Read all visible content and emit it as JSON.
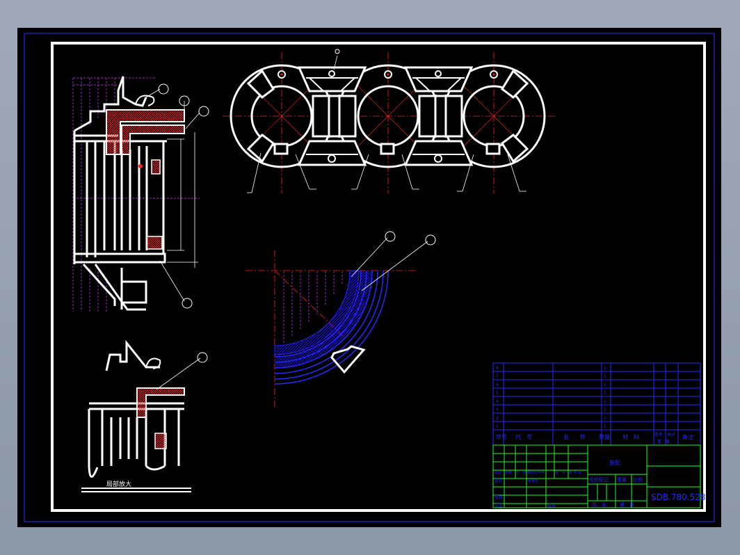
{
  "drawing": {
    "callouts": [
      "",
      "",
      "",
      "",
      "",
      "",
      "",
      ""
    ],
    "detail_view_label": "局部放大",
    "bom": {
      "rows": [
        {
          "no": "8",
          "code": "",
          "name": "",
          "qty": "1",
          "material": "",
          "note": ""
        },
        {
          "no": "7",
          "code": "",
          "name": "",
          "qty": "1",
          "material": "",
          "note": ""
        },
        {
          "no": "6",
          "code": "",
          "name": "",
          "qty": "1",
          "material": "",
          "note": ""
        },
        {
          "no": "5",
          "code": "",
          "name": "",
          "qty": "1",
          "material": "",
          "note": ""
        },
        {
          "no": "4",
          "code": "",
          "name": "",
          "qty": "1",
          "material": "",
          "note": ""
        },
        {
          "no": "3",
          "code": "",
          "name": "",
          "qty": "1",
          "material": "",
          "note": ""
        },
        {
          "no": "2",
          "code": "",
          "name": "",
          "qty": "1",
          "material": "",
          "note": ""
        },
        {
          "no": "1",
          "code": "",
          "name": "",
          "qty": "1",
          "material": "",
          "note": ""
        }
      ],
      "headers": {
        "no": "序号",
        "code": "代　号",
        "name": "名　　称",
        "qty": "数量",
        "material": "材　料",
        "single": "单件",
        "total": "总计",
        "weight": "重　量",
        "remark": "备注"
      }
    },
    "title_block": {
      "title": "装配",
      "company": "",
      "stage": "阶段标记",
      "weight": "重量",
      "scale": "比例",
      "sheet_total": "共　张",
      "sheet_no": "第　张",
      "drawing_number": "SDB.780.528",
      "rev_headers": [
        "标记",
        "处数",
        "分　区",
        "更改文件号",
        "签　名",
        "年 月 日"
      ],
      "roles": [
        "设计",
        "审核",
        "工艺"
      ],
      "std_label": "标准化",
      "approve_label": "批准"
    }
  },
  "colors": {
    "background": "#000000",
    "outline": "#ffffff",
    "centerline": "#ff2020",
    "dimension": "#ff40ff",
    "hatch_blue": "#2020ff",
    "table_blue": "#2a2aff",
    "table_green": "#20ff20"
  }
}
